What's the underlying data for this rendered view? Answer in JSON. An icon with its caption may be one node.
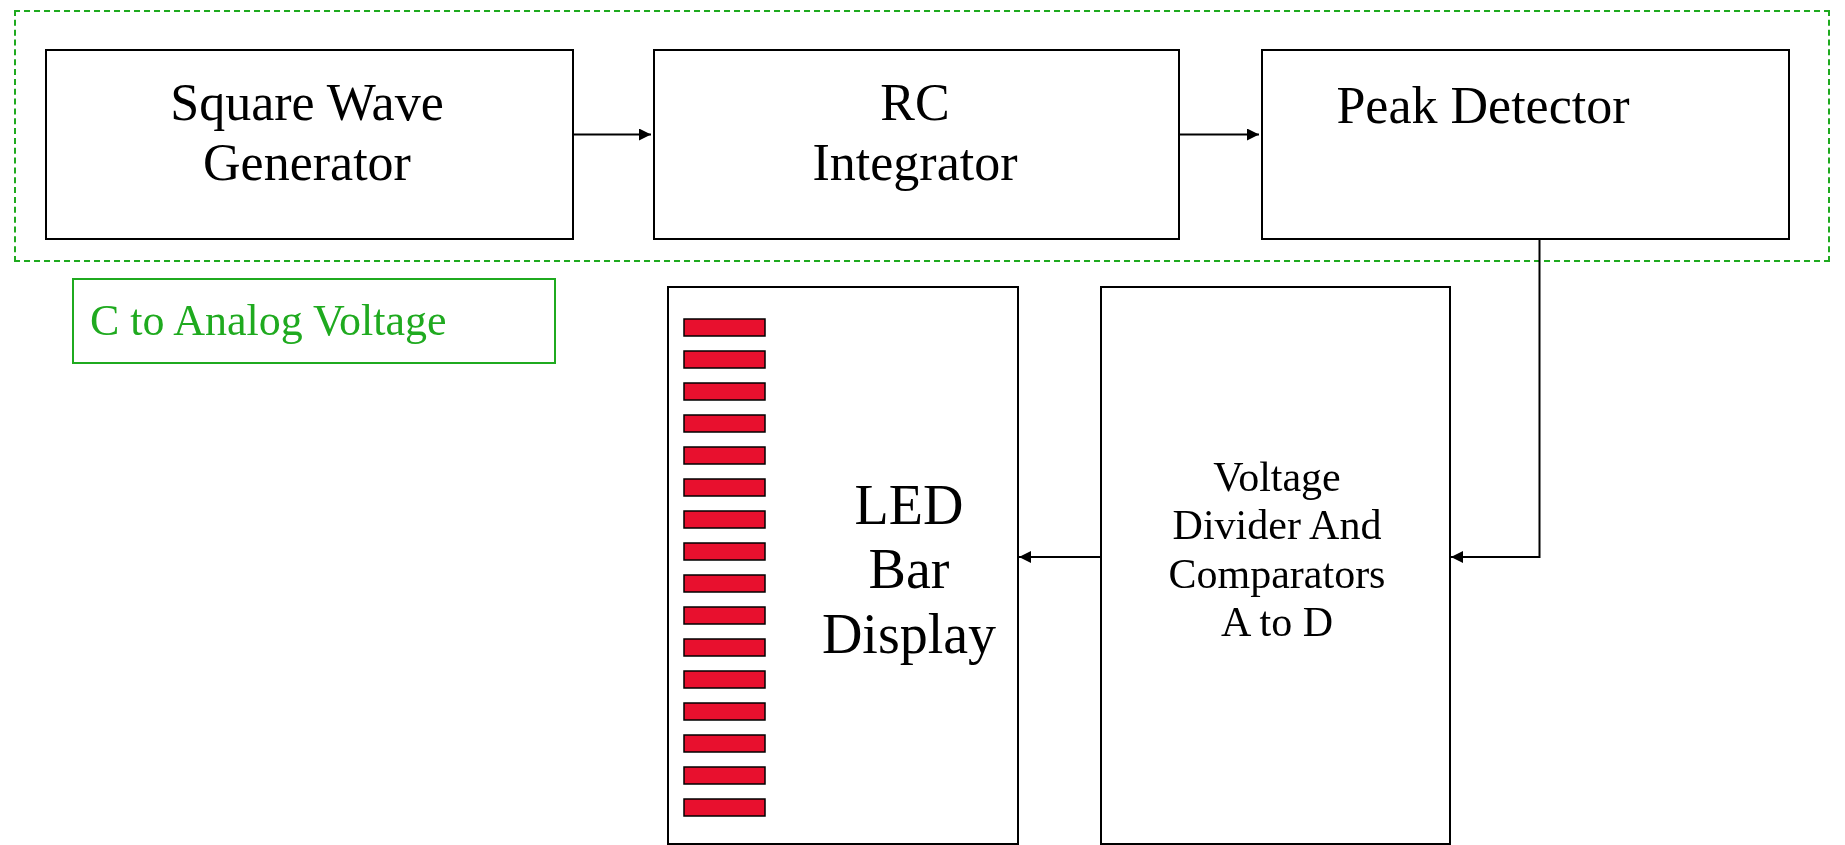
{
  "diagram": {
    "nodes": [
      {
        "text": [],
        "shape": "box"
      },
      {
        "text": [
          "Square Wave Generator"
        ],
        "in": 0
      },
      {
        "text": [
          "RC Integrator"
        ],
        "in": 0
      },
      {
        "text": [
          "Peak Detector"
        ],
        "in": 0
      },
      {
        "text": [
          "C to Analog Voltage"
        ]
      },
      {
        "text": [
          "LED Bar Display"
        ]
      },
      {
        "text": [
          "Voltage Divider And Comparators A to D"
        ]
      }
    ],
    "edges": [
      {
        "from": 1,
        "to": 2,
        "arrow": "to"
      },
      {
        "from": 2,
        "to": 3,
        "arrow": "to"
      },
      {
        "from": 3,
        "to": 6,
        "arrow": "to"
      },
      {
        "from": 6,
        "to": 5,
        "arrow": "to"
      }
    ]
  }
}
